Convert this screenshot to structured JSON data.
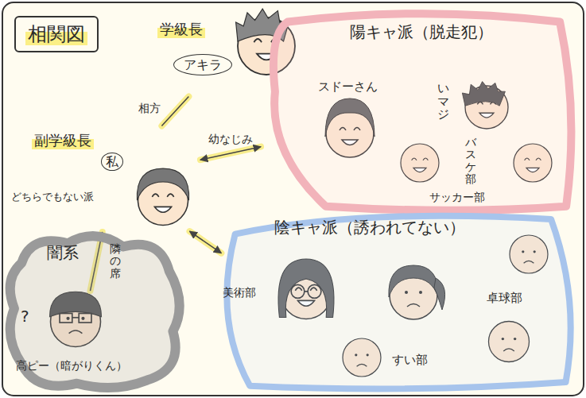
{
  "diagram": {
    "title": "相関図",
    "nodes": [
      {
        "text": [
          "学級長",
          "アキラ"
        ]
      },
      {
        "text": [
          "副学級長",
          "私"
        ]
      },
      {
        "text": [
          "陽キャ派（脱走犯）"
        ]
      },
      {
        "text": [
          "スドーさん"
        ],
        "in": 2
      },
      {
        "text": [
          "いマジ"
        ],
        "in": 2
      },
      {
        "text": [
          "バスケ部",
          "サッカー部"
        ],
        "in": 2
      },
      {
        "text": [
          "陰キャ派（誘われてない）"
        ]
      },
      {
        "text": [
          "美術部"
        ],
        "in": 6
      },
      {
        "text": [
          "卓球部"
        ],
        "in": 6
      },
      {
        "text": [
          "すい部"
        ],
        "in": 6
      },
      {
        "text": [
          "闇系"
        ]
      },
      {
        "text": [
          "高ピー（暗がりくん）"
        ],
        "in": 10
      }
    ],
    "edges": [
      {
        "from": 0,
        "to": 1,
        "label": "相方",
        "arrow": "none"
      },
      {
        "from": 1,
        "to": 2,
        "label": "幼なじみ",
        "arrow": "both"
      },
      {
        "from": 1,
        "to": 11,
        "label": "隣の席",
        "arrow": "none"
      },
      {
        "from": 1,
        "to": 7,
        "arrow": "both"
      }
    ],
    "labels": [
      "どちらでもない派",
      "?"
    ]
  }
}
